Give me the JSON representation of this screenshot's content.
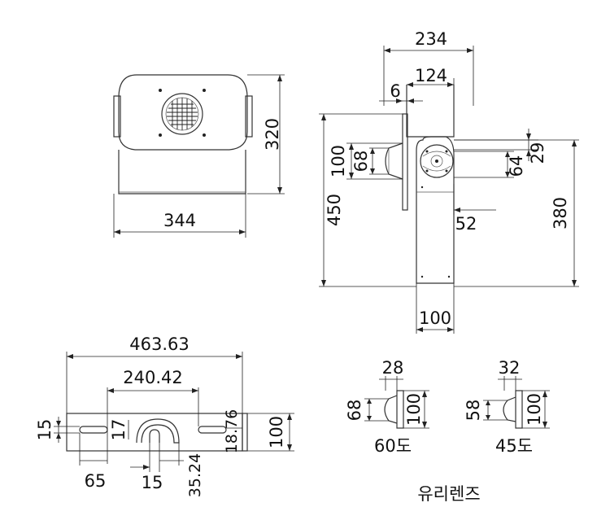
{
  "dimensions": {
    "front_height": "320",
    "front_width": "344",
    "side_total_width": "234",
    "side_top_width": "124",
    "side_plate_thickness": "6",
    "side_lens_height_outer": "100",
    "side_lens_height_inner": "68",
    "side_total_height": "450",
    "side_head_offset": "29",
    "side_fan_size": "64",
    "side_fan_depth": "52",
    "side_pole_height": "380",
    "side_pole_width": "100",
    "top_total_width": "463.63",
    "top_slot_span": "240.42",
    "top_slot_height": "15",
    "top_slot_gap": "17",
    "top_edge_offset": "18.76",
    "top_depth": "100",
    "top_slot_length": "65",
    "top_handle_width": "15",
    "top_handle_offset": "35.24",
    "lens60_thickness": "28",
    "lens60_inner": "68",
    "lens60_outer": "100",
    "lens45_thickness": "32",
    "lens45_inner": "58",
    "lens45_outer": "100"
  },
  "labels": {
    "lens60": "60도",
    "lens45": "45도",
    "lens_caption": "유리렌즈"
  }
}
